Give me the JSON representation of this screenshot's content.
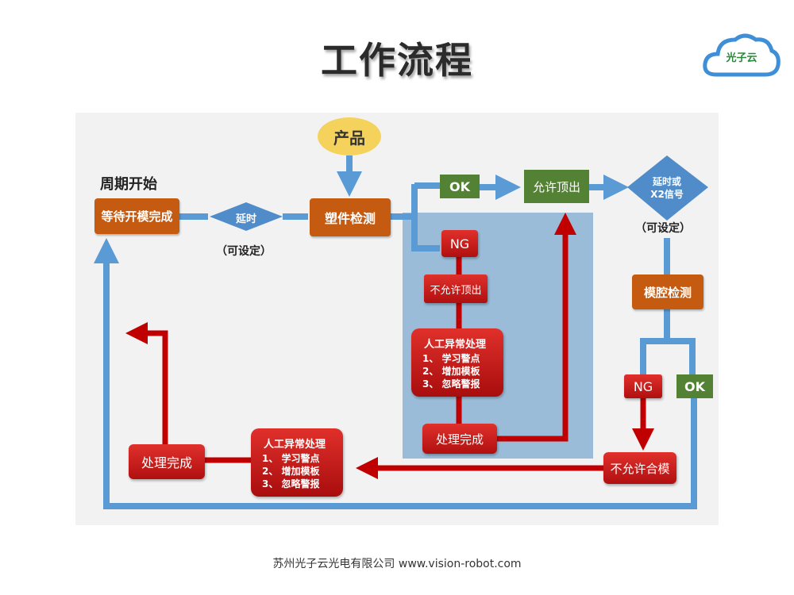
{
  "title": "工作流程",
  "logo": {
    "text": "光子云"
  },
  "start_label": "周期开始",
  "product": "产品",
  "nodes": {
    "wait_mold_open": "等待开模完成",
    "delay1": "延时",
    "settable1": "（可设定）",
    "plastic_inspect": "塑件检测",
    "ok1": "OK",
    "ng1": "NG",
    "allow_eject": "允许顶出",
    "delay_x2_line1": "延时或",
    "delay_x2_line2": "X2信号",
    "settable2": "（可设定）",
    "cavity_inspect": "模腔检测",
    "ng2": "NG",
    "ok2": "OK",
    "disallow_eject": "不允许顶出",
    "manual_handling_inner": {
      "title": "人工异常处理",
      "items": [
        "1、 学习警点",
        "2、 增加模板",
        "3、 忽略警报"
      ]
    },
    "done_inner": "处理完成",
    "disallow_close": "不允许合模",
    "manual_handling_bottom": {
      "title": "人工异常处理",
      "items": [
        "1、 学习警点",
        "2、 增加模板",
        "3、 忽略警报"
      ]
    },
    "done_bottom": "处理完成"
  },
  "colors": {
    "orange": "#c55a11",
    "green": "#548235",
    "red": "#d42020",
    "blue_arrow": "#5b9bd5",
    "diamond": "#4f8cc9",
    "product_ellipse": "#f5d25c"
  },
  "footer": "苏州光子云光电有限公司 www.vision-robot.com"
}
